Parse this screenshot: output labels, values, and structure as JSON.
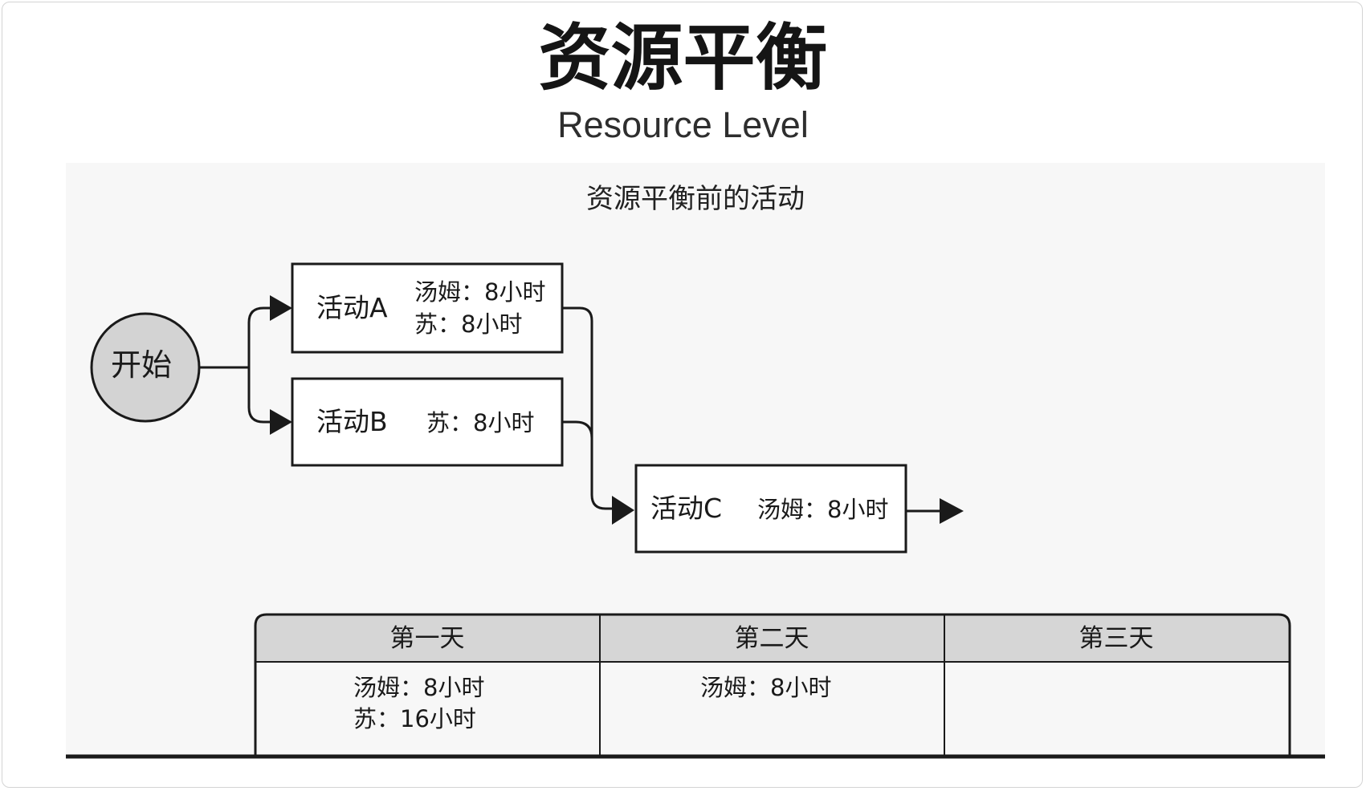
{
  "header": {
    "title": "资源平衡",
    "subtitle": "Resource Level"
  },
  "diagram": {
    "title": "资源平衡前的活动",
    "start_label": "开始",
    "activities": [
      {
        "name": "活动A",
        "resources": [
          "汤姆：8小时",
          "苏：8小时"
        ]
      },
      {
        "name": "活动B",
        "resources": [
          "苏：8小时"
        ]
      },
      {
        "name": "活动C",
        "resources": [
          "汤姆：8小时"
        ]
      }
    ]
  },
  "schedule": {
    "days": [
      {
        "label": "第一天",
        "entries": [
          "汤姆：8小时",
          "苏：16小时"
        ]
      },
      {
        "label": "第二天",
        "entries": [
          "汤姆：8小时"
        ]
      },
      {
        "label": "第三天",
        "entries": []
      }
    ]
  },
  "colors": {
    "panel_background": "#f7f7f7",
    "header_fill": "#d6d6d6",
    "start_node_fill": "#d3d3d3",
    "line": "#1a1a1a"
  }
}
